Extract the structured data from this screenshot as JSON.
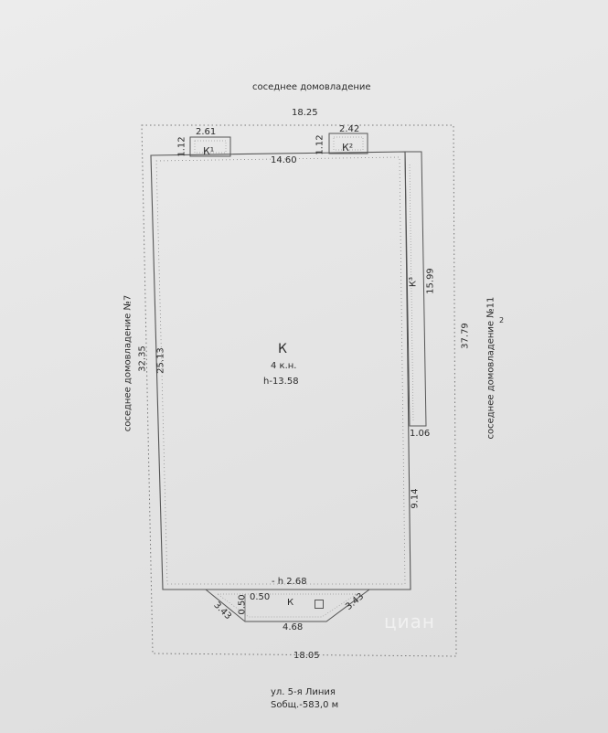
{
  "neighbors": {
    "top": "соседнее домовладение",
    "left": "соседнее домовладение №7",
    "right": "соседнее домовладение №11"
  },
  "dimensions": {
    "site_top": "18.25",
    "site_bottom": "18.05",
    "site_left": "32.35",
    "site_right": "37.79",
    "house_top": "14.60",
    "house_left": "25.13",
    "porch_left_w": "2.61",
    "porch_left_h": "1.12",
    "porch_right_w": "2.42",
    "porch_right_h": "1.12",
    "right_strip_len": "15.99",
    "right_strip_w": "1.06",
    "right_lower": "9.14",
    "bay_bottom": "4.68",
    "bay_left_diag": "3.43",
    "bay_right_diag": "3.43",
    "bay_small_a": "0.50",
    "bay_small_b": "0.50"
  },
  "labels": {
    "main_k": "К",
    "floors": "4 к.н.",
    "height": "h-13.58",
    "porch_left": "К¹",
    "porch_right": "К²",
    "strip": "К³",
    "bay_k": "К",
    "bay_height": "- h 2.68",
    "tiny_mark": "2"
  },
  "footer": {
    "street": "ул. 5-я Линия",
    "area": "Sобщ.-583,0 м"
  },
  "watermark": "циан"
}
